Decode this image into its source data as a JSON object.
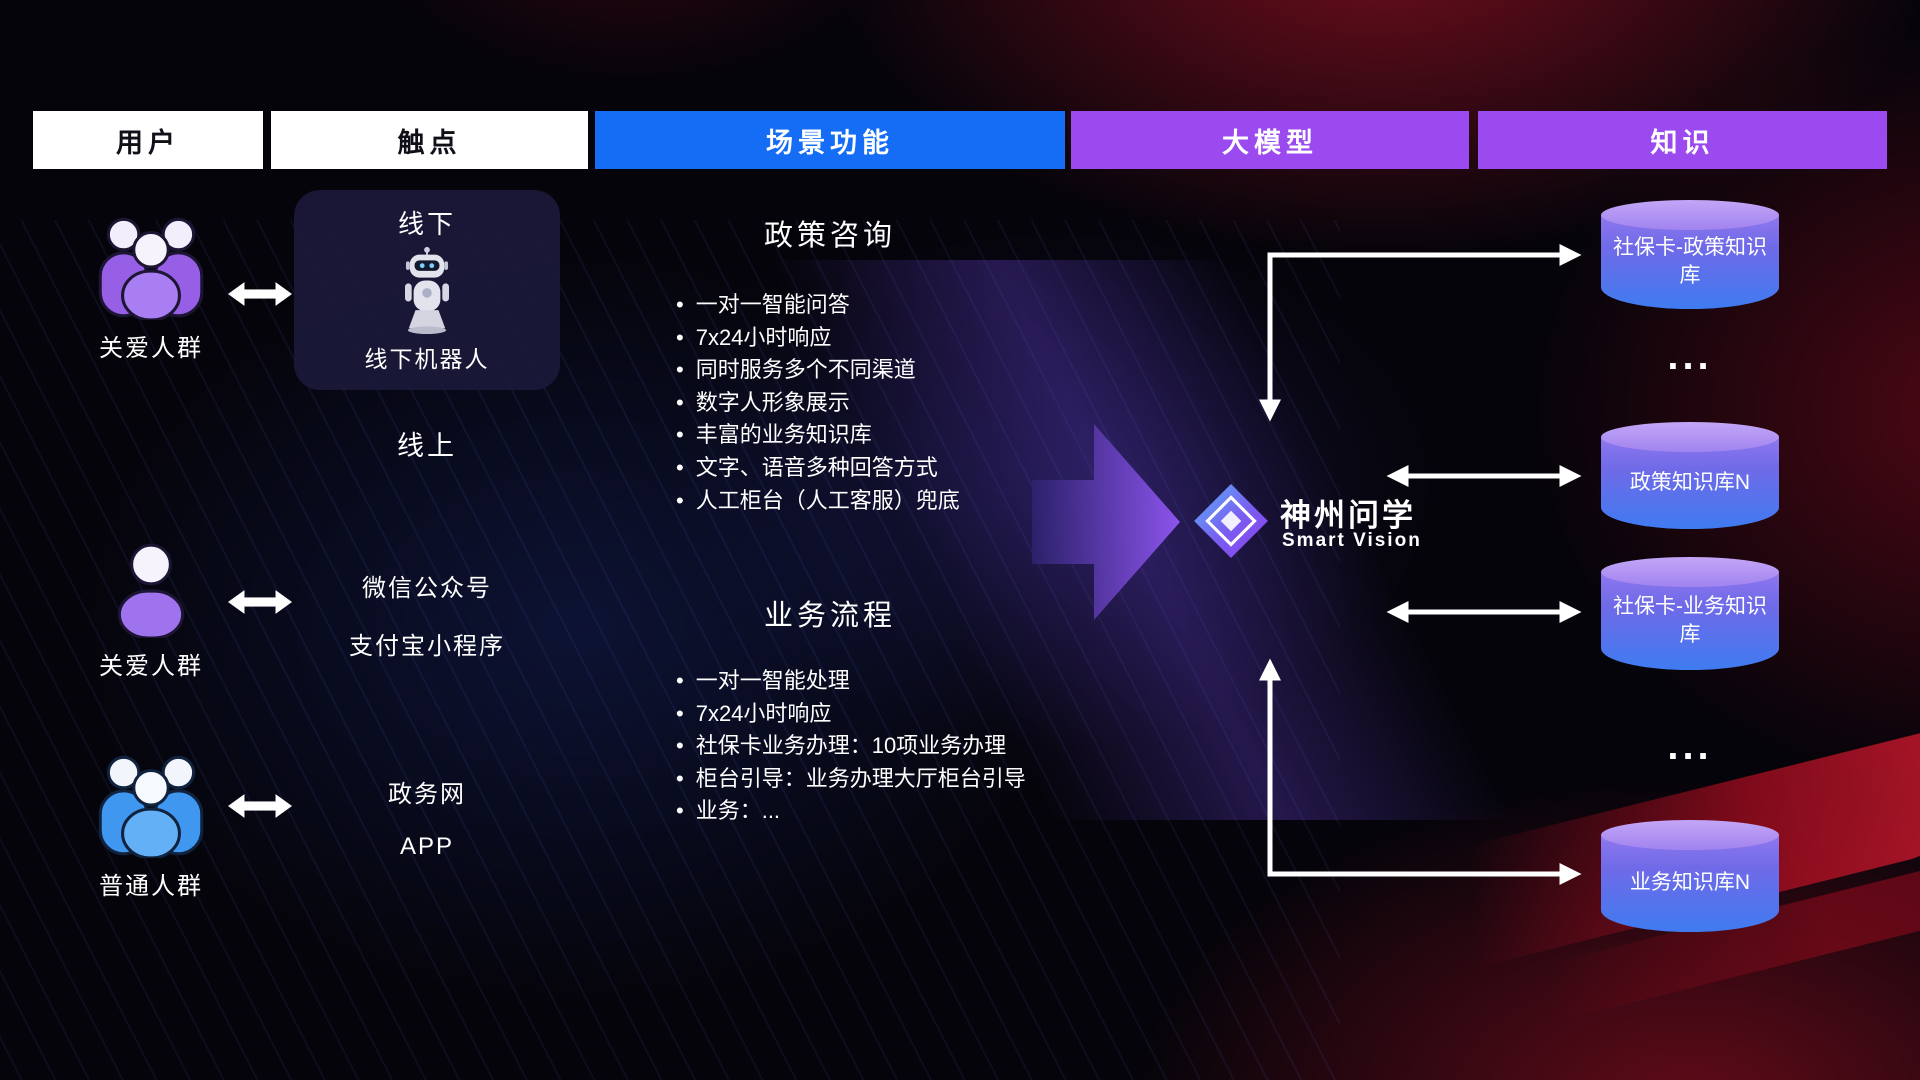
{
  "headers": [
    {
      "label": "用户"
    },
    {
      "label": "触点"
    },
    {
      "label": "场景功能"
    },
    {
      "label": "大模型"
    },
    {
      "label": "知识"
    }
  ],
  "users": [
    {
      "label": "关爱人群",
      "icon": "people-group-purple-icon"
    },
    {
      "label": "关爱人群",
      "icon": "person-purple-icon"
    },
    {
      "label": "普通人群",
      "icon": "people-group-blue-icon"
    }
  ],
  "touchpoints": {
    "offline": {
      "title": "线下",
      "robot_label": "线下机器人"
    },
    "online_title": "线上",
    "online_channels": [
      "微信公众号",
      "支付宝小程序"
    ],
    "gov_channels": [
      "政务网",
      "APP"
    ]
  },
  "scenarios": [
    {
      "title": "政策咨询",
      "items": [
        "一对一智能问答",
        "7x24小时响应",
        "同时服务多个不同渠道",
        "数字人形象展示",
        "丰富的业务知识库",
        "文字、语音多种回答方式",
        "人工柜台（人工客服）兜底"
      ]
    },
    {
      "title": "业务流程",
      "items": [
        "一对一智能处理",
        "7x24小时响应",
        "社保卡业务办理：10项业务办理",
        "柜台引导：业务办理大厅柜台引导",
        "业务：..."
      ]
    }
  ],
  "model": {
    "name": "神州问学",
    "subtitle": "Smart Vision"
  },
  "knowledge": {
    "items": [
      "社保卡-政策知识库",
      "...",
      "政策知识库N",
      "社保卡-业务知识库",
      "...",
      "业务知识库N"
    ]
  },
  "colors": {
    "header_blue": "#156df5",
    "header_purple": "#9b4af0",
    "accent_purple": "#8b5cf6",
    "accent_blue": "#3b82f6",
    "red_glow": "#c01326"
  }
}
